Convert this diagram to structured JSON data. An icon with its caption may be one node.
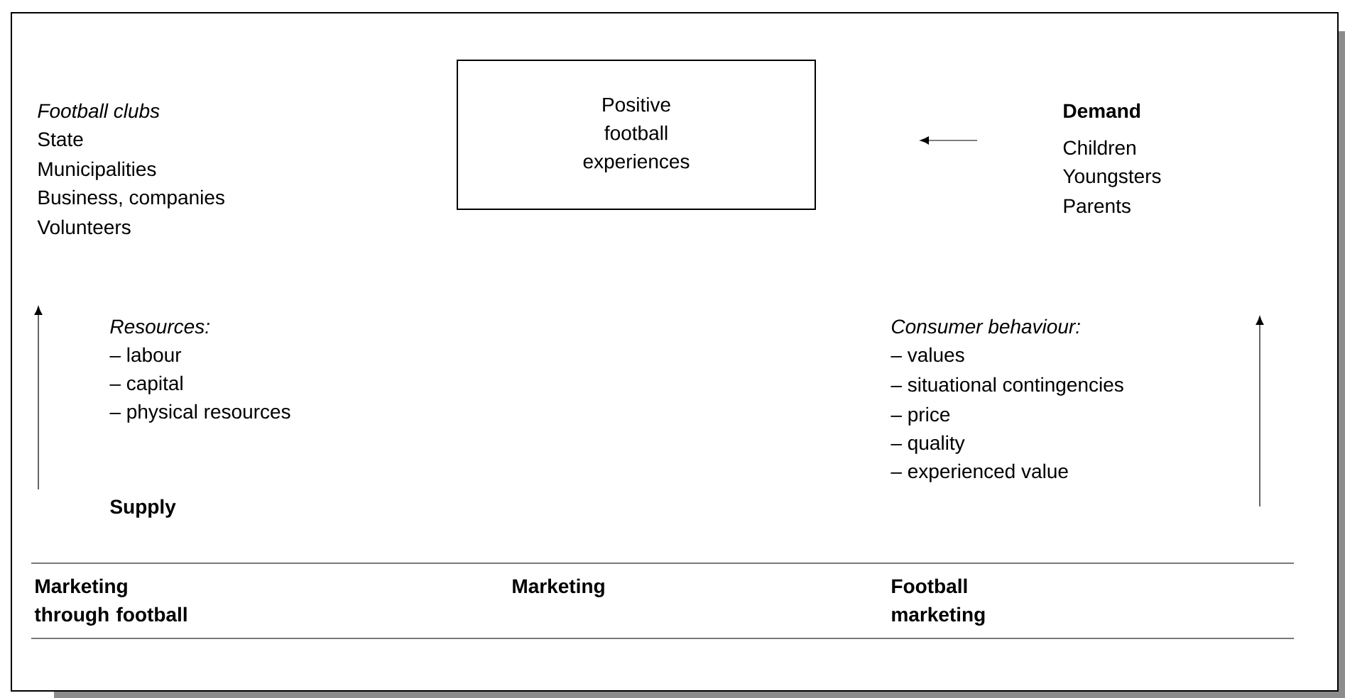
{
  "diagram": {
    "nodes": [
      {
        "text": [
          "Positive football experiences"
        ]
      }
    ],
    "labels": [
      "Football clubs",
      "State",
      "Municipalities",
      "Business, companies",
      "Volunteers",
      "Demand",
      "Children",
      "Youngsters",
      "Parents",
      "Resources:",
      "– labour",
      "– capital",
      "– physical resources",
      "Consumer behaviour:",
      "– values",
      "– situational contingencies",
      "– price",
      "– quality",
      "– experienced value",
      "Supply",
      "Marketing through football",
      "Marketing",
      "Football marketing"
    ]
  }
}
